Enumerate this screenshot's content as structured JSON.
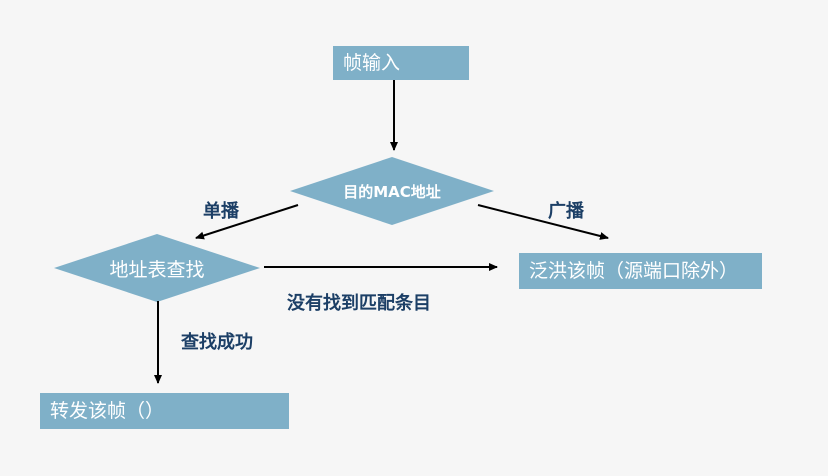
{
  "colors": {
    "box_fill": "#7fb0c8",
    "box_text": "#ffffff",
    "edge_label": "#1c3f66",
    "arrow": "#000000"
  },
  "nodes": {
    "frame_input": "帧输入",
    "dest_mac": "目的MAC地址",
    "addr_lookup": "地址表查找",
    "flood": "泛洪该帧（源端口除外）",
    "forward": "转发该帧（）"
  },
  "edges": {
    "unicast": "单播",
    "broadcast": "广播",
    "no_match": "没有找到匹配条目",
    "found": "查找成功"
  }
}
